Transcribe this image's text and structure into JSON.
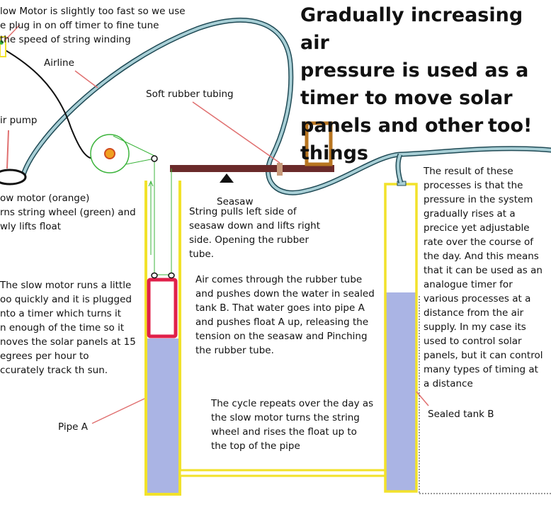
{
  "title": "Gradually increasing air\npressure is used as a\ntimer to move solar\npanels and other things",
  "title_end": "too!",
  "labels": {
    "slow_motor_note": "low Motor is slightly too fast so we use\ne plug in on off timer to fine tune\n   the speed of string winding",
    "airline": "Airline",
    "soft_tubing": "Soft rubber tubing",
    "air_pump": "ir pump",
    "slow_motor_desc": "ow motor (orange)\nrns string wheel (green) and\nwly lifts float",
    "seesaw": "Seasaw",
    "string_pulls": "String pulls left side of\nseasaw down and lifts right\nside. Opening the rubber\ntube.",
    "timer_note": "The slow motor runs a little\noo quickly and it is plugged\nnto a timer which turns it\nn enough of the time so it\nnoves the solar panels at 15\negrees per hour to\nccurately track th sun.",
    "air_comes": "Air comes through the rubber tube\nand pushes down the water in sealed\ntank B.  That water goes into pipe A\nand pushes float A  up, releasing the\ntension on the seasaw and Pinching\nthe rubber tube.",
    "result": "The result of these\nprocesses is that the\npressure in the system\ngradually rises at a\nprecice yet adjustable\nrate over the course of\nthe day.  And this means\nthat it can be used as an\nanalogue timer for\nvarious processes at a\ndistance from the air\nsupply. In my case its\nused to control solar\npanels, but it can control\nmany types of timing at\na distance",
    "cycle": "The cycle repeats over the day as\nthe slow motor turns the string\nwheel and rises the float up to\nthe top of the pipe",
    "pipe_a": "Pipe A",
    "sealed_tank": "Sealed tank B"
  },
  "colors": {
    "airline_tube": "#a8cfd6",
    "airline_outline": "#1f4a55",
    "pointer": "#e07070",
    "pipe_wall": "#f2e22a",
    "water": "#aab4e4",
    "float": "#e0204a",
    "seesaw": "#6a2a2a",
    "wheel": "#3cb43c",
    "motor": "#f0a020",
    "solar_box": "#b87520",
    "string": "#3cb43c"
  }
}
